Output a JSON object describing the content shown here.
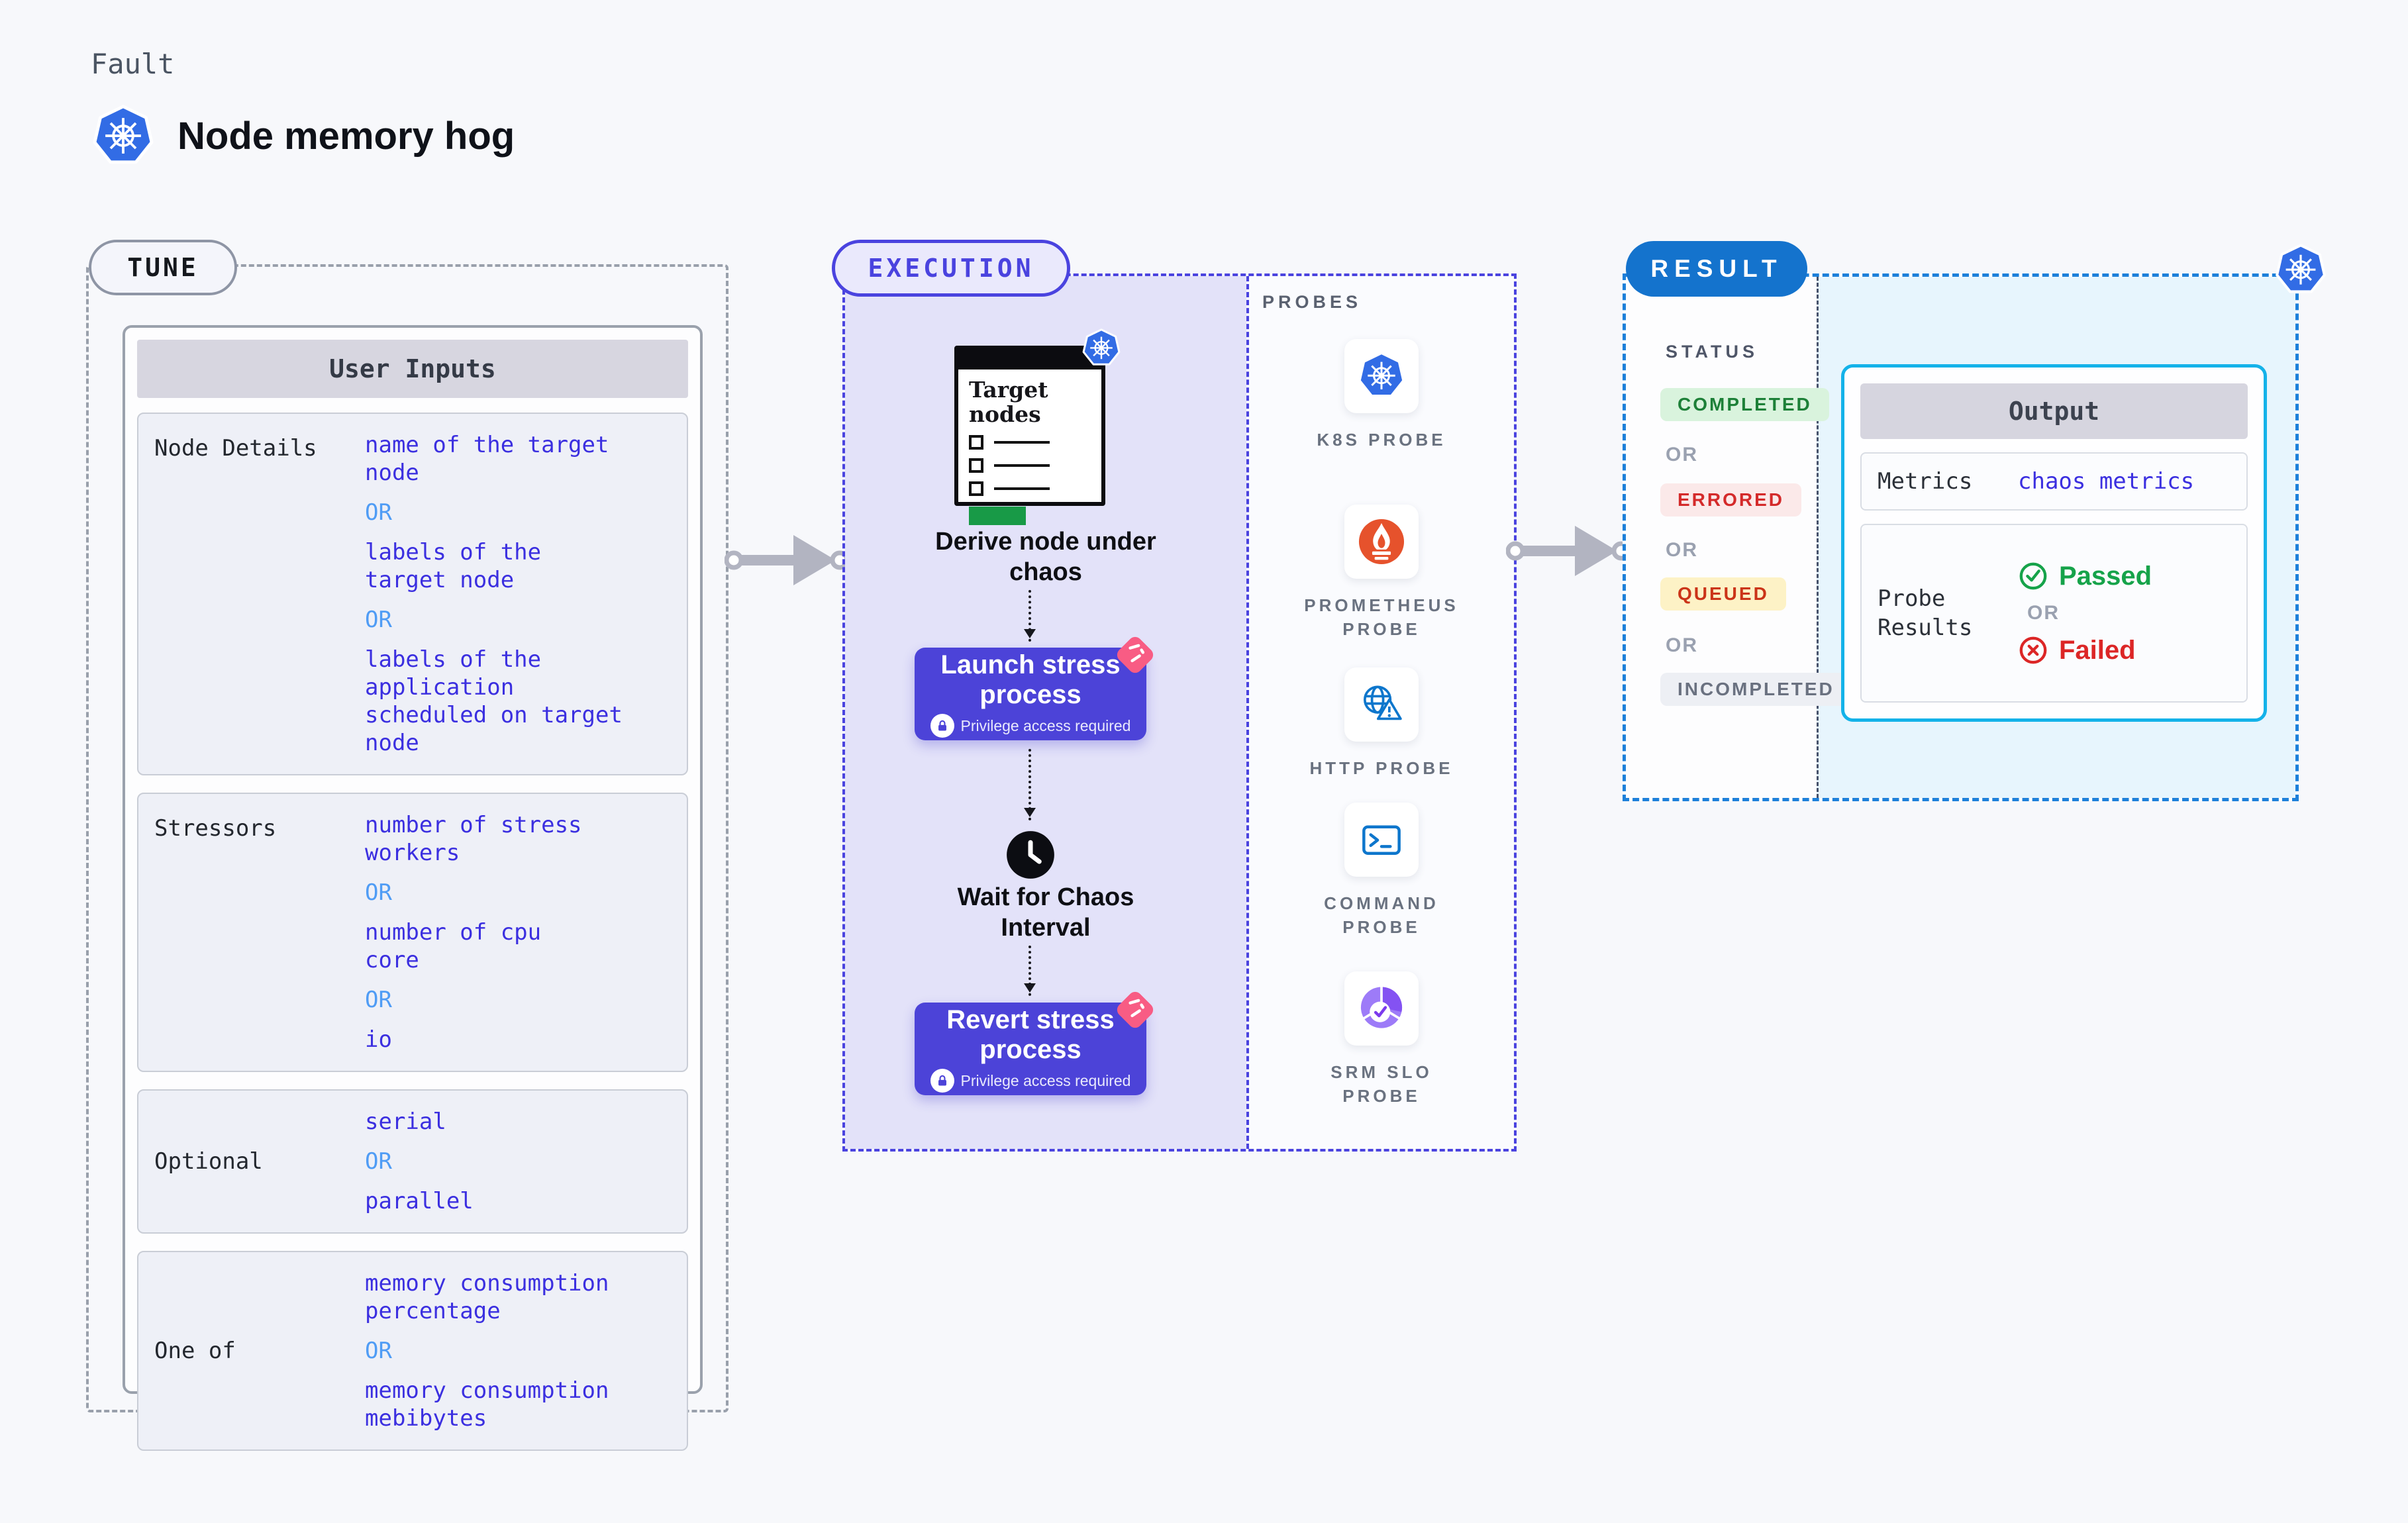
{
  "header": {
    "kicker": "Fault",
    "title": "Node memory hog"
  },
  "labels": {
    "or": "OR"
  },
  "colors": {
    "accent_indigo": "#4c43d8",
    "value_blue": "#3b2fe0",
    "or_blue": "#4f9cf5",
    "k8s_blue": "#326ce5",
    "prometheus_orange": "#e6522c",
    "probe_blue": "#0d76cc",
    "srm_purple": "#8b5cf6",
    "result_blue": "#1473cd",
    "output_cyan": "#14b2e9",
    "passed_green": "#16a34a",
    "failed_red": "#dc2626",
    "pink": "#f85c84",
    "arrow_gray": "#b2b4c1"
  },
  "tune": {
    "badge": "TUNE",
    "table_title": "User Inputs",
    "rows": [
      {
        "label": "Node Details",
        "options": [
          "name of the target\nnode",
          "labels of the\ntarget node",
          "labels of the application\n scheduled on target node"
        ]
      },
      {
        "label": "Stressors",
        "options": [
          "number of stress\nworkers",
          "number of cpu\ncore",
          "io"
        ]
      },
      {
        "label": "Optional",
        "options": [
          "serial",
          "parallel"
        ]
      },
      {
        "label": "One of",
        "options": [
          "memory consumption\npercentage",
          "memory consumption\nmebibytes"
        ]
      }
    ]
  },
  "execution": {
    "badge": "EXECUTION",
    "target_card_title": "Target\nnodes",
    "derive_label": "Derive node under\nchaos",
    "launch": {
      "title": "Launch stress\nprocess",
      "note": "Privilege access required"
    },
    "wait_label": "Wait for Chaos\nInterval",
    "revert": {
      "title": "Revert stress\nprocess",
      "note": "Privilege access required"
    }
  },
  "probes": {
    "heading": "PROBES",
    "items": [
      {
        "label": "K8S PROBE",
        "icon": "k8s-probe-icon"
      },
      {
        "label": "PROMETHEUS\nPROBE",
        "icon": "prometheus-probe-icon"
      },
      {
        "label": "HTTP PROBE",
        "icon": "http-probe-icon"
      },
      {
        "label": "COMMAND\nPROBE",
        "icon": "command-probe-icon"
      },
      {
        "label": "SRM SLO\nPROBE",
        "icon": "srm-slo-probe-icon"
      }
    ]
  },
  "result": {
    "badge": "RESULT",
    "status_heading": "STATUS",
    "statuses": [
      {
        "label": "COMPLETED",
        "key": "completed"
      },
      {
        "label": "ERRORED",
        "key": "errored"
      },
      {
        "label": "QUEUED",
        "key": "queued"
      },
      {
        "label": "INCOMPLETED",
        "key": "incompleted"
      }
    ],
    "output": {
      "title": "Output",
      "metrics_label": "Metrics",
      "metrics_value": "chaos metrics",
      "probe_results_label": "Probe\nResults",
      "passed": "Passed",
      "failed": "Failed"
    }
  }
}
